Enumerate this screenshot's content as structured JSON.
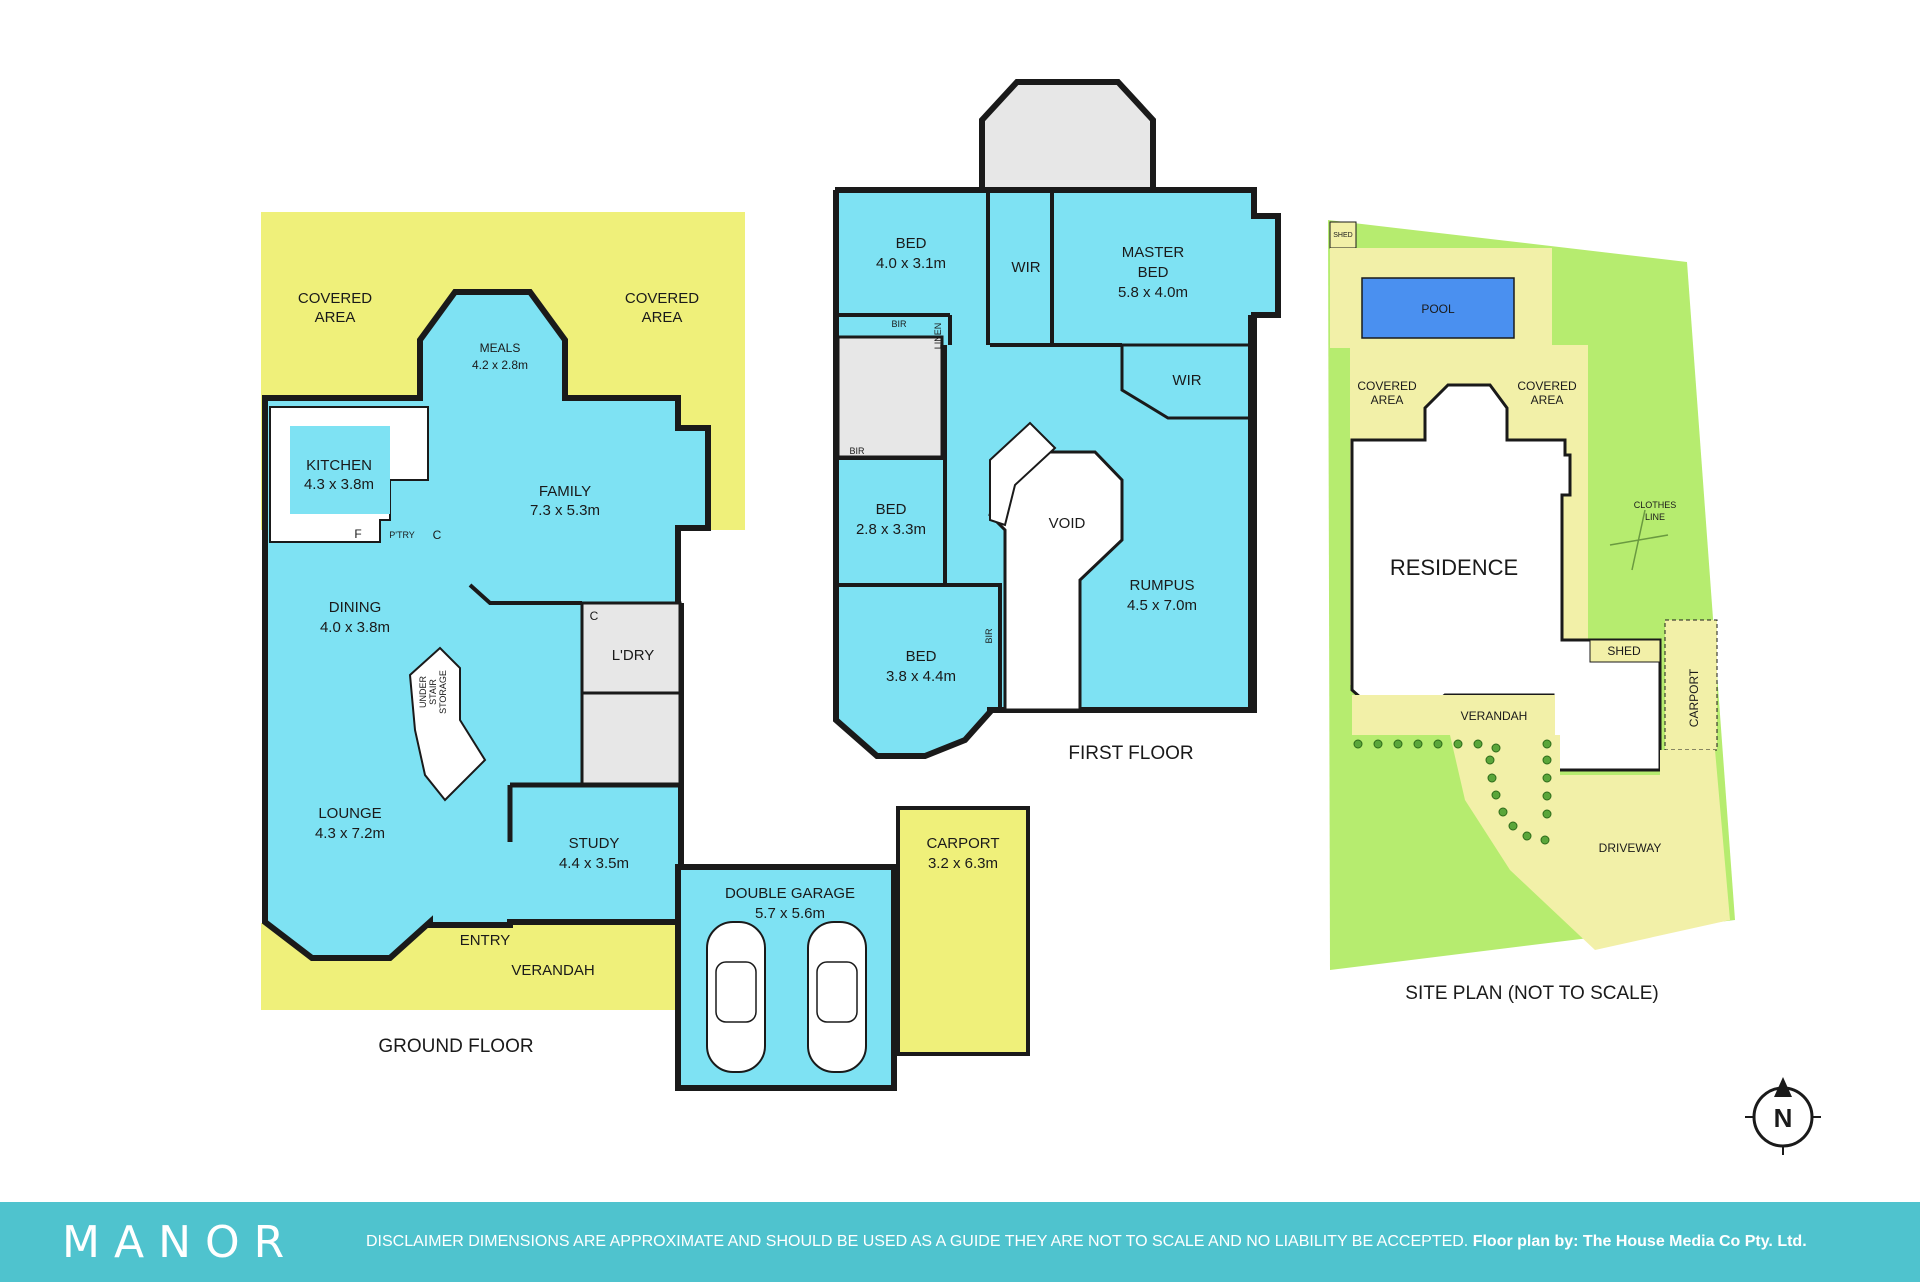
{
  "colors": {
    "room": "#7ee2f3",
    "covered": "#eff07a",
    "wet": "#e7e7e7",
    "lawn": "#b6ec6f",
    "paving": "#f2f0a8",
    "pool": "#4a90f0",
    "wall": "#1a1a1a",
    "footer": "#4fc3ce"
  },
  "ground_floor": {
    "title": "GROUND FLOOR",
    "covered_left": [
      "COVERED",
      "AREA"
    ],
    "covered_right": [
      "COVERED",
      "AREA"
    ],
    "meals": {
      "name": "MEALS",
      "size": "4.2 x 2.8m"
    },
    "kitchen": {
      "name": "KITCHEN",
      "size": "4.3 x 3.8m"
    },
    "family": {
      "name": "FAMILY",
      "size": "7.3 x 5.3m"
    },
    "pantry": "P'TRY",
    "fridge": "F",
    "cupboard_1": "C",
    "cupboard_2": "C",
    "dining": {
      "name": "DINING",
      "size": "4.0 x 3.8m"
    },
    "laundry": "L'DRY",
    "under_stair": [
      "UNDER",
      "STAIR",
      "STORAGE"
    ],
    "lounge": {
      "name": "LOUNGE",
      "size": "4.3 x 7.2m"
    },
    "study": {
      "name": "STUDY",
      "size": "4.4 x 3.5m"
    },
    "entry": "ENTRY",
    "verandah": "VERANDAH",
    "garage": {
      "name": "DOUBLE GARAGE",
      "size": "5.7 x 5.6m"
    },
    "carport": {
      "name": "CARPORT",
      "size": "3.2 x 6.3m"
    }
  },
  "first_floor": {
    "title": "FIRST FLOOR",
    "bed_1": {
      "name": "BED",
      "size": "4.0 x 3.1m"
    },
    "bir_1": "BIR",
    "linen": "LINEN",
    "wir_1": "WIR",
    "master": {
      "name_1": "MASTER",
      "name_2": "BED",
      "size": "5.8 x 4.0m"
    },
    "wir_2": "WIR",
    "bir_2": "BIR",
    "bed_2": {
      "name": "BED",
      "size": "2.8 x 3.3m"
    },
    "void": "VOID",
    "rumpus": {
      "name": "RUMPUS",
      "size": "4.5 x 7.0m"
    },
    "bed_3": {
      "name": "BED",
      "size": "3.8 x 4.4m"
    },
    "bir_3": "BIR"
  },
  "site_plan": {
    "title": "SITE PLAN (NOT TO SCALE)",
    "shed_1": "SHED",
    "pool": "POOL",
    "covered_left": [
      "COVERED",
      "AREA"
    ],
    "covered_right": [
      "COVERED",
      "AREA"
    ],
    "residence": "RESIDENCE",
    "clothes_line": [
      "CLOTHES",
      "LINE"
    ],
    "shed_2": "SHED",
    "verandah": "VERANDAH",
    "carport": "CARPORT",
    "driveway": "DRIVEWAY"
  },
  "compass": {
    "letter": "N"
  },
  "footer": {
    "logo": "MANOR",
    "disclaimer": "DISCLAIMER DIMENSIONS ARE APPROXIMATE AND SHOULD BE USED AS A GUIDE THEY ARE NOT TO SCALE AND NO LIABILITY BE ACCEPTED.",
    "credit": "Floor plan by: The House Media Co Pty. Ltd."
  }
}
